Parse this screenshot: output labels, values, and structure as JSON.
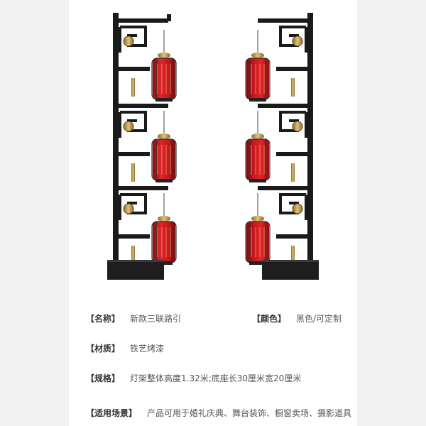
{
  "specs": {
    "name": {
      "label": "【名称】",
      "value": "新款三联路引"
    },
    "color": {
      "label": "【颜色】",
      "value": "黑色/可定制"
    },
    "material": {
      "label": "【材质】",
      "value": "铁艺烤漆"
    },
    "size": {
      "label": "【规格】",
      "value": "灯架整体高度1.32米;底座长30厘米宽20厘米"
    },
    "usage": {
      "label": "【适用场景】",
      "value": "产品可用于婚礼庆典、舞台装饰、橱窗卖场、摄影道具"
    }
  },
  "colors": {
    "frame": "#1a1a1a",
    "lantern_red": "#c8161d",
    "lantern_gold": "#c9a55a",
    "background": "#f2f2f2",
    "card": "#ffffff"
  }
}
